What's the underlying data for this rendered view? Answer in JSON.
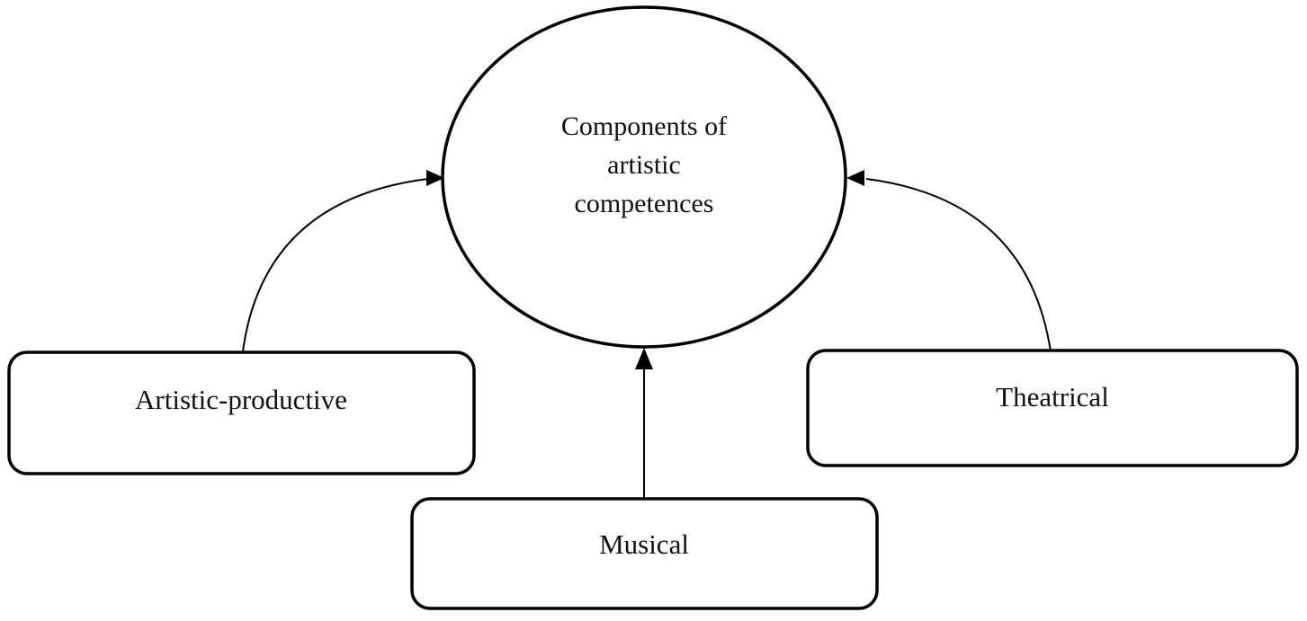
{
  "diagram": {
    "center": {
      "label": "Components of artistic competences",
      "lines": [
        "Components of",
        "artistic",
        "competences"
      ]
    },
    "nodes": {
      "artistic_productive": {
        "label": "Artistic-productive"
      },
      "musical": {
        "label": "Musical"
      },
      "theatrical": {
        "label": "Theatrical"
      }
    },
    "arrows": [
      {
        "from": "Artistic-productive",
        "to": "Components of artistic competences",
        "style": "curved"
      },
      {
        "from": "Musical",
        "to": "Components of artistic competences",
        "style": "straight"
      },
      {
        "from": "Theatrical",
        "to": "Components of artistic competences",
        "style": "curved"
      }
    ],
    "colors": {
      "stroke": "#000000",
      "background": "#ffffff",
      "text": "#111111"
    }
  }
}
